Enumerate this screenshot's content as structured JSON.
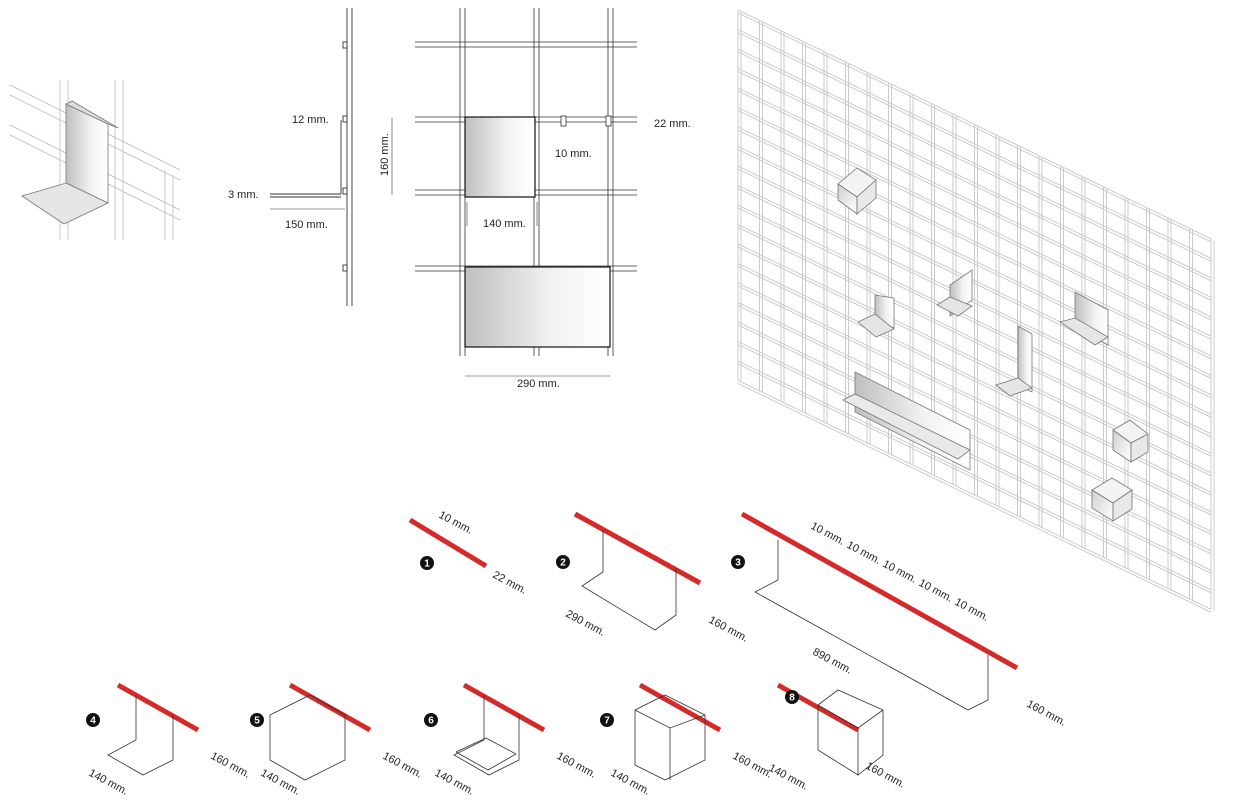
{
  "dims": {
    "detail_12": "12 mm.",
    "detail_3": "3 mm.",
    "detail_150": "150 mm.",
    "front_160": "160 mm.",
    "front_22": "22 mm.",
    "front_10": "10 mm.",
    "front_140": "140 mm.",
    "front_290": "290 mm."
  },
  "items": [
    {
      "num": "1",
      "labels": [
        "10 mm.",
        "22 mm."
      ]
    },
    {
      "num": "2",
      "labels": [
        "290 mm.",
        "160 mm."
      ]
    },
    {
      "num": "3",
      "labels": [
        "10 mm.",
        "10 mm.",
        "10 mm.",
        "10 mm.",
        "10 mm.",
        "890 mm.",
        "160 mm."
      ]
    },
    {
      "num": "4",
      "labels": [
        "140 mm.",
        "160 mm."
      ]
    },
    {
      "num": "5",
      "labels": [
        "140 mm.",
        "160 mm."
      ]
    },
    {
      "num": "6",
      "labels": [
        "140 mm.",
        "160 mm."
      ]
    },
    {
      "num": "7",
      "labels": [
        "140 mm.",
        "160 mm."
      ]
    },
    {
      "num": "8",
      "labels": [
        "140 mm.",
        "160 mm."
      ]
    }
  ],
  "colors": {
    "rail": "#d42a2a",
    "line": "#333333",
    "grid": "#c8c8c8",
    "badge": "#111111"
  }
}
